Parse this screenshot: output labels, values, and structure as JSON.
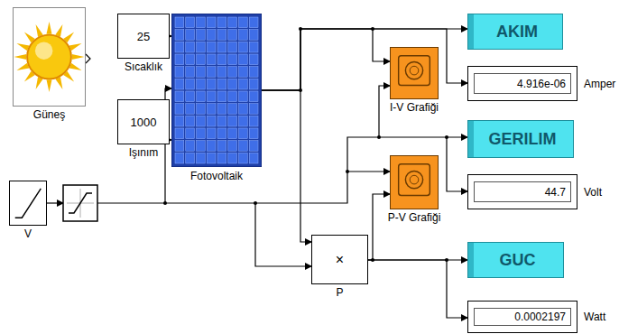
{
  "diagram": {
    "nodes": [
      {
        "text": [
          "Güneş"
        ]
      },
      {
        "text": [
          "25",
          "Sıcaklık"
        ]
      },
      {
        "text": [
          "1000",
          "Işınım"
        ]
      },
      {
        "text": [
          "V"
        ]
      },
      {
        "text": [
          "Fotovoltaik"
        ]
      },
      {
        "text": [
          "AKIM"
        ]
      },
      {
        "text": [
          "I-V Grafiği"
        ]
      },
      {
        "text": [
          "4.916e-06",
          "Amper"
        ]
      },
      {
        "text": [
          "GERILIM"
        ]
      },
      {
        "text": [
          "P-V Grafiği"
        ]
      },
      {
        "text": [
          "44.7",
          "Volt"
        ]
      },
      {
        "text": [
          "×",
          "P"
        ]
      },
      {
        "text": [
          "GUC"
        ]
      },
      {
        "text": [
          "0.0002197",
          "Watt"
        ]
      }
    ],
    "edges": [
      {
        "from": 1,
        "to": 4,
        "arrow": "to"
      },
      {
        "from": 2,
        "to": 4,
        "arrow": "to"
      },
      {
        "from": 4,
        "to": 5,
        "arrow": "to"
      },
      {
        "from": 4,
        "to": 6,
        "arrow": "to"
      },
      {
        "from": 4,
        "to": 7,
        "arrow": "to"
      },
      {
        "from": 4,
        "to": 11,
        "arrow": "to"
      },
      {
        "from": 11,
        "to": 12,
        "arrow": "to"
      },
      {
        "from": 11,
        "to": 9,
        "arrow": "to"
      },
      {
        "from": 11,
        "to": 13,
        "arrow": "to"
      }
    ]
  }
}
